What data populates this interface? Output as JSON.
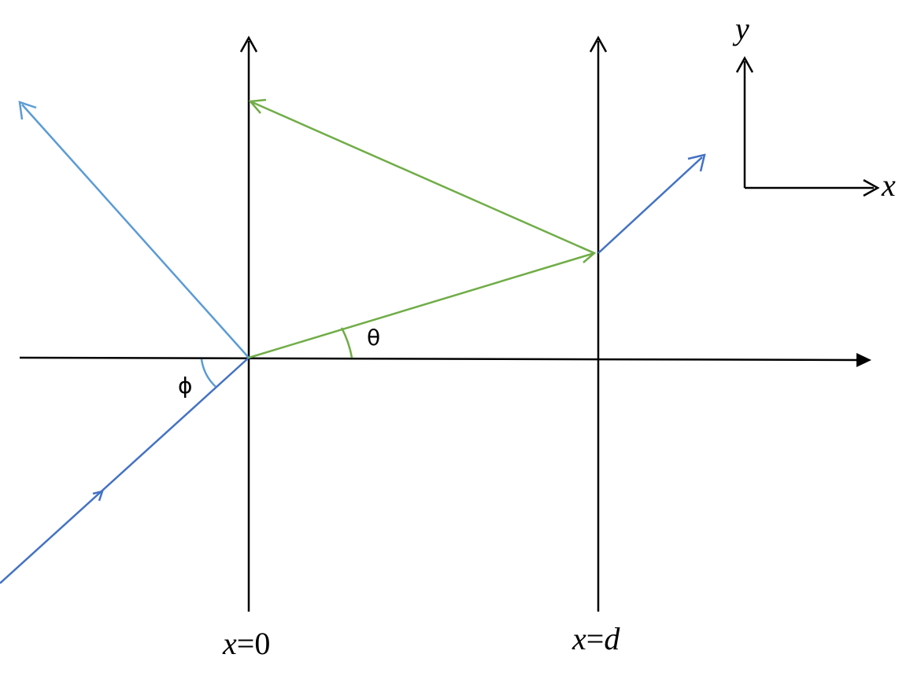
{
  "labels": {
    "plane_left": {
      "var": "x",
      "eq": "=",
      "value": "0"
    },
    "plane_right": {
      "var": "x",
      "eq": "=",
      "value": "d"
    },
    "axis_x": "x",
    "axis_y": "y",
    "angle_theta": "θ",
    "angle_phi": "ϕ"
  },
  "colors": {
    "axes": "#000000",
    "incident_ray": "#4472C4",
    "reflected_ray": "#5B9BD5",
    "internal_ray": "#70AD47",
    "transmitted_ray": "#4472C4"
  }
}
